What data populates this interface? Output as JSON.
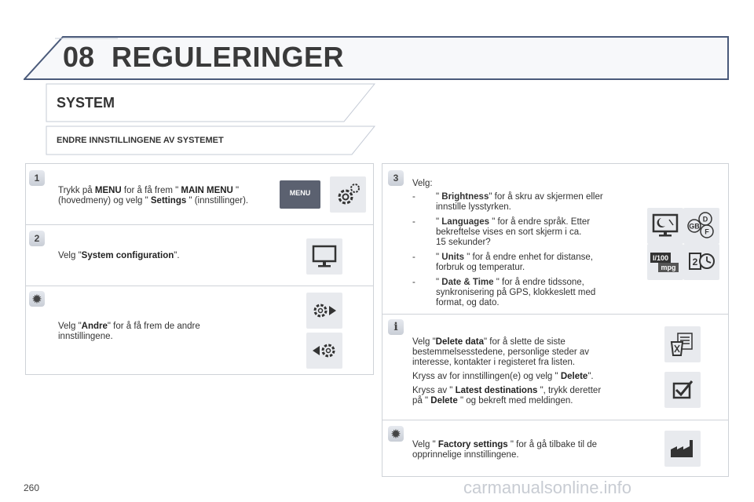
{
  "header": {
    "number": "08",
    "title": "REGULERINGER"
  },
  "section": {
    "title": "SYSTEM",
    "subtitle": "ENDRE INNSTILLINGENE AV SYSTEMET"
  },
  "left_panel": {
    "step1": {
      "badge": "1",
      "line1_pre": "Trykk på ",
      "line1_b1": "MENU",
      "line1_mid": " for å få frem \" ",
      "line1_b2": "MAIN MENU",
      "line1_end": " \"",
      "line2_pre": "(hovedmeny) og velg \" ",
      "line2_b": "Settings",
      "line2_end": " \" (innstillinger).",
      "menu_icon_label": "MENU"
    },
    "step2": {
      "badge": "2",
      "pre": "Velg \"",
      "bold": "System configuration",
      "end": "\"."
    },
    "step3": {
      "pre": "Velg \"",
      "bold": "Andre",
      "end": "\" for å få frem de andre",
      "line2": "innstillingene."
    }
  },
  "right_panel": {
    "step3": {
      "badge": "3",
      "intro": "Velg:",
      "items": [
        {
          "dash": "-",
          "pre": "\" ",
          "bold": "Brightness",
          "end": "\" for å skru av skjermen eller",
          "l2": "innstille lysstyrken.",
          "l3": ""
        },
        {
          "dash": "-",
          "pre": "\" ",
          "bold": "Languages",
          "end": " \" for å endre språk. Etter",
          "l2": "bekreftelse vises en sort skjerm i ca.",
          "l3": "15 sekunder?"
        },
        {
          "dash": "-",
          "pre": "\" ",
          "bold": "Units",
          "end": " \" for å endre enhet for distanse,",
          "l2": "forbruk og temperatur.",
          "l3": ""
        },
        {
          "dash": "-",
          "pre": "\" ",
          "bold": "Date & Time",
          "end": " \" for å endre tidssone,",
          "l2": "synkronisering på GPS, klokkeslett med",
          "l3": "format, og dato."
        }
      ],
      "lang_icon": {
        "gb": "GB",
        "d": "D",
        "f": "F"
      },
      "units_icon": {
        "top": "l/100",
        "bottom": "mpg"
      }
    },
    "info": {
      "p1_pre": "Velg \"",
      "p1_b": "Delete data",
      "p1_end": "\" for å slette de siste",
      "p1_l2": "bestemmelsesstedene, personlige steder av",
      "p1_l3": "interesse, kontakter i registeret fra listen.",
      "p2_pre": "Kryss av for innstillingen(e) og velg \" ",
      "p2_b": "Delete",
      "p2_end": "\".",
      "p3_pre": "Kryss av \" ",
      "p3_b": "Latest destinations",
      "p3_end": " \", trykk deretter",
      "p3_l2_pre": "på \" ",
      "p3_l2_b": "Delete",
      "p3_l2_end": " \" og bekreft med meldingen."
    },
    "factory": {
      "pre": "Velg \" ",
      "bold": "Factory settings",
      "end": " \" for å gå tilbake til de",
      "l2": "opprinnelige innstillingene."
    }
  },
  "footer": {
    "page": "260",
    "watermark": "carmanualsonline.info"
  },
  "colors": {
    "header_border": "#4a5a7a",
    "panel_border": "#cfd3d8",
    "icon_bg": "#e8eaee"
  }
}
